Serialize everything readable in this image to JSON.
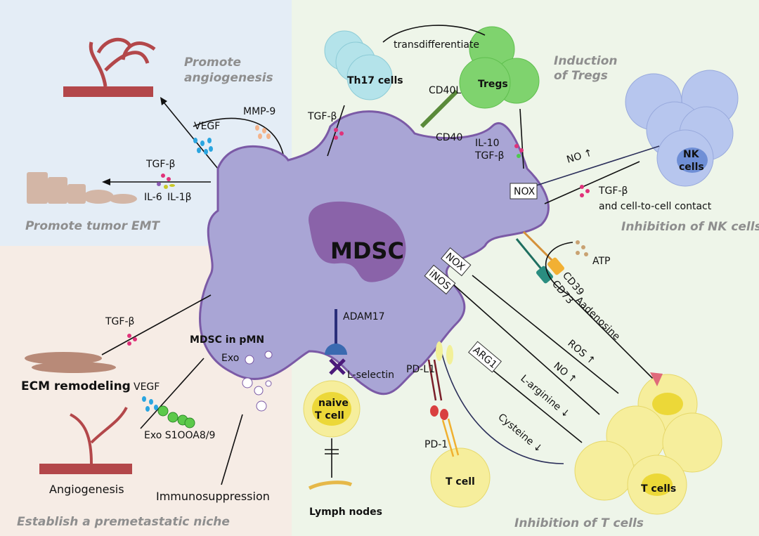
{
  "sections": {
    "angiogenesis": "Promote angiogenesis",
    "angiogenesis_l1": "Promote",
    "angiogenesis_l2": "angiogenesis",
    "emt": "Promote tumor EMT",
    "niche": "Establish a premetastatic niche",
    "tregs_l1": "Induction",
    "tregs_l2": "of Tregs",
    "nk": "Inhibition of NK cells",
    "tcells": "Inhibition of T cells"
  },
  "center": {
    "cell": "MDSC",
    "pmn": "MDSC in pMN"
  },
  "labels": {
    "vegf": "VEGF",
    "mmp9": "MMP-9",
    "tgfb": "TGF-β",
    "il6": "IL-6",
    "il1b": "IL-1β",
    "tgfb_th17": "TGF-β",
    "th17": "Th17 cells",
    "transdiff": "transdifferentiate",
    "tregs": "Tregs",
    "cd40l": "CD40L",
    "cd40": "CD40",
    "il10": "IL-10",
    "tgfb_treg": "TGF-β",
    "no_up": "NO ↑",
    "nox": "NOX",
    "nk": "NK",
    "nk2": "cells",
    "tgfb_nk": "TGF-β",
    "contact": "and cell-to-cell contact",
    "atp": "ATP",
    "cd39": "CD39",
    "cd73": "CD73",
    "adenosine": "Aadenosine",
    "nox2": "NOX",
    "inos": "iNOS",
    "arg1": "ARG1",
    "ros": "ROS ↑",
    "no2": "NO ↑",
    "larg": "L-arginine ↓",
    "cys": "Cysteine ↓",
    "pdl1": "PD-L1",
    "pd1": "PD-1",
    "tcell": "T cell",
    "tcells": "T cells",
    "adam17": "ADAM17",
    "lsel": "L-selectin",
    "naive1": "naive",
    "naive2": "T cell",
    "lymph": "Lymph nodes",
    "tgfb_ecm": "TGF-β",
    "ecm": "ECM remodeling",
    "vegf2": "VEGF",
    "exo_s100": "Exo S1OOA8/9",
    "exo": "Exo",
    "angio": "Angiogenesis",
    "immuno": "Immunosuppression"
  },
  "colors": {
    "blue_bg": "#e4edf6",
    "peach_bg": "#f6ece5",
    "green_bg": "#eef5e9",
    "mdsc": "#a9a5d5",
    "mdsc_border": "#7b5aa6",
    "nucleus": "#8a63a9",
    "tcell": "#f6ee9c",
    "treg": "#7fd36e",
    "th17": "#b4e3ea",
    "nk": "#b7c6ee",
    "vessel": "#b3474a"
  }
}
